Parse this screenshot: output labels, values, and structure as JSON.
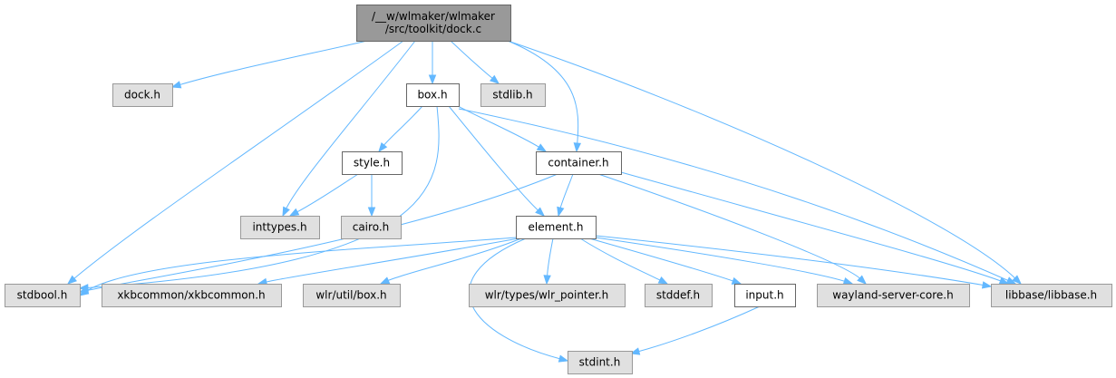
{
  "colors": {
    "edge": "#63b8ff",
    "root_fill": "#999999",
    "doc_fill": "#ffffff",
    "ext_fill": "#e0e0e0"
  },
  "nodes": {
    "root": {
      "lines": [
        "/__w/wlmaker/wlmaker",
        "/src/toolkit/dock.c"
      ],
      "kind": "root"
    },
    "dock_h": {
      "lines": [
        "dock.h"
      ],
      "kind": "ext"
    },
    "box_h": {
      "lines": [
        "box.h"
      ],
      "kind": "doc"
    },
    "stdlib_h": {
      "lines": [
        "stdlib.h"
      ],
      "kind": "ext"
    },
    "style_h": {
      "lines": [
        "style.h"
      ],
      "kind": "doc"
    },
    "container_h": {
      "lines": [
        "container.h"
      ],
      "kind": "doc"
    },
    "inttypes_h": {
      "lines": [
        "inttypes.h"
      ],
      "kind": "ext"
    },
    "cairo_h": {
      "lines": [
        "cairo.h"
      ],
      "kind": "ext"
    },
    "element_h": {
      "lines": [
        "element.h"
      ],
      "kind": "doc"
    },
    "stdbool_h": {
      "lines": [
        "stdbool.h"
      ],
      "kind": "ext"
    },
    "xkbcommon_h": {
      "lines": [
        "xkbcommon/xkbcommon.h"
      ],
      "kind": "ext"
    },
    "wlr_box_h": {
      "lines": [
        "wlr/util/box.h"
      ],
      "kind": "ext"
    },
    "wlr_pointer_h": {
      "lines": [
        "wlr/types/wlr_pointer.h"
      ],
      "kind": "ext"
    },
    "stddef_h": {
      "lines": [
        "stddef.h"
      ],
      "kind": "ext"
    },
    "input_h": {
      "lines": [
        "input.h"
      ],
      "kind": "doc"
    },
    "wayland_h": {
      "lines": [
        "wayland-server-core.h"
      ],
      "kind": "ext"
    },
    "libbase_h": {
      "lines": [
        "libbase/libbase.h"
      ],
      "kind": "ext"
    },
    "stdint_h": {
      "lines": [
        "stdint.h"
      ],
      "kind": "ext"
    }
  },
  "edges": [
    [
      "root",
      "dock_h"
    ],
    [
      "root",
      "box_h"
    ],
    [
      "root",
      "stdlib_h"
    ],
    [
      "root",
      "container_h"
    ],
    [
      "root",
      "inttypes_h"
    ],
    [
      "root",
      "stdbool_h"
    ],
    [
      "root",
      "libbase_h"
    ],
    [
      "box_h",
      "style_h"
    ],
    [
      "box_h",
      "container_h"
    ],
    [
      "box_h",
      "element_h"
    ],
    [
      "box_h",
      "stdbool_h"
    ],
    [
      "box_h",
      "libbase_h"
    ],
    [
      "style_h",
      "inttypes_h"
    ],
    [
      "style_h",
      "cairo_h"
    ],
    [
      "container_h",
      "element_h"
    ],
    [
      "container_h",
      "stdbool_h"
    ],
    [
      "container_h",
      "wayland_h"
    ],
    [
      "container_h",
      "libbase_h"
    ],
    [
      "element_h",
      "stdbool_h"
    ],
    [
      "element_h",
      "xkbcommon_h"
    ],
    [
      "element_h",
      "wlr_box_h"
    ],
    [
      "element_h",
      "wlr_pointer_h"
    ],
    [
      "element_h",
      "stddef_h"
    ],
    [
      "element_h",
      "input_h"
    ],
    [
      "element_h",
      "wayland_h"
    ],
    [
      "element_h",
      "libbase_h"
    ],
    [
      "element_h",
      "stdint_h"
    ],
    [
      "input_h",
      "stdint_h"
    ]
  ]
}
